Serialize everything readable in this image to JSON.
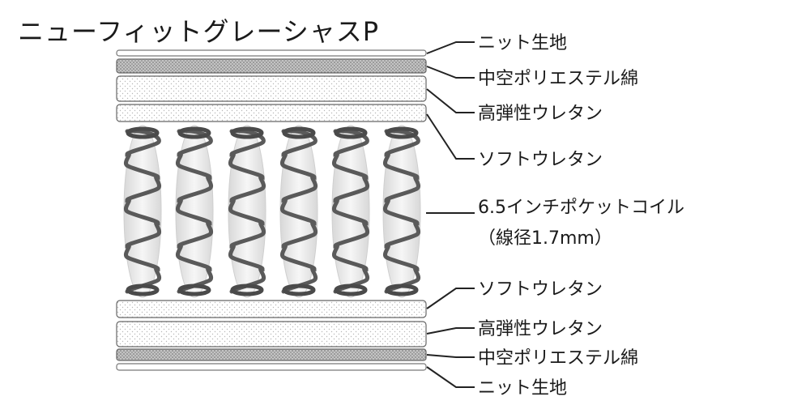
{
  "title": "ニューフィットグレーシャスP",
  "labels": {
    "knit_top": "ニット生地",
    "poly_top": "中空ポリエステル綿",
    "hd_top": "高弾性ウレタン",
    "soft_top": "ソフトウレタン",
    "coil_line1": "6.5インチポケットコイル",
    "coil_line2": "（線径1.7mm）",
    "soft_bottom": "ソフトウレタン",
    "hd_bottom": "高弾性ウレタン",
    "poly_bottom": "中空ポリエステル綿",
    "knit_bottom": "ニット生地"
  }
}
